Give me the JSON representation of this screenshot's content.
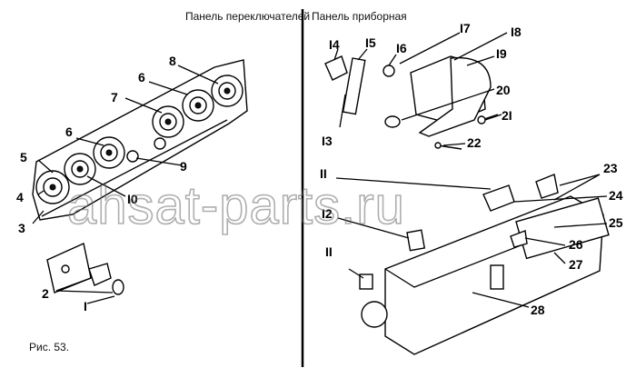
{
  "headers": {
    "left": "Панель переключателей",
    "right": "Панель приборная"
  },
  "caption": "Рис. 53.",
  "watermark": "ahsat-parts.ru",
  "callouts": {
    "c1": "I",
    "c2": "2",
    "c3": "3",
    "c4": "4",
    "c5": "5",
    "c6a": "6",
    "c6b": "6",
    "c7": "7",
    "c8": "8",
    "c9": "9",
    "c10": "I0",
    "c11a": "II",
    "c11b": "II",
    "c12": "I2",
    "c13": "I3",
    "c14": "I4",
    "c15": "I5",
    "c16": "I6",
    "c17": "I7",
    "c18": "I8",
    "c19": "I9",
    "c20": "20",
    "c21": "2I",
    "c22": "22",
    "c23": "23",
    "c24": "24",
    "c25": "25",
    "c26": "26",
    "c27": "27",
    "c28": "28"
  }
}
